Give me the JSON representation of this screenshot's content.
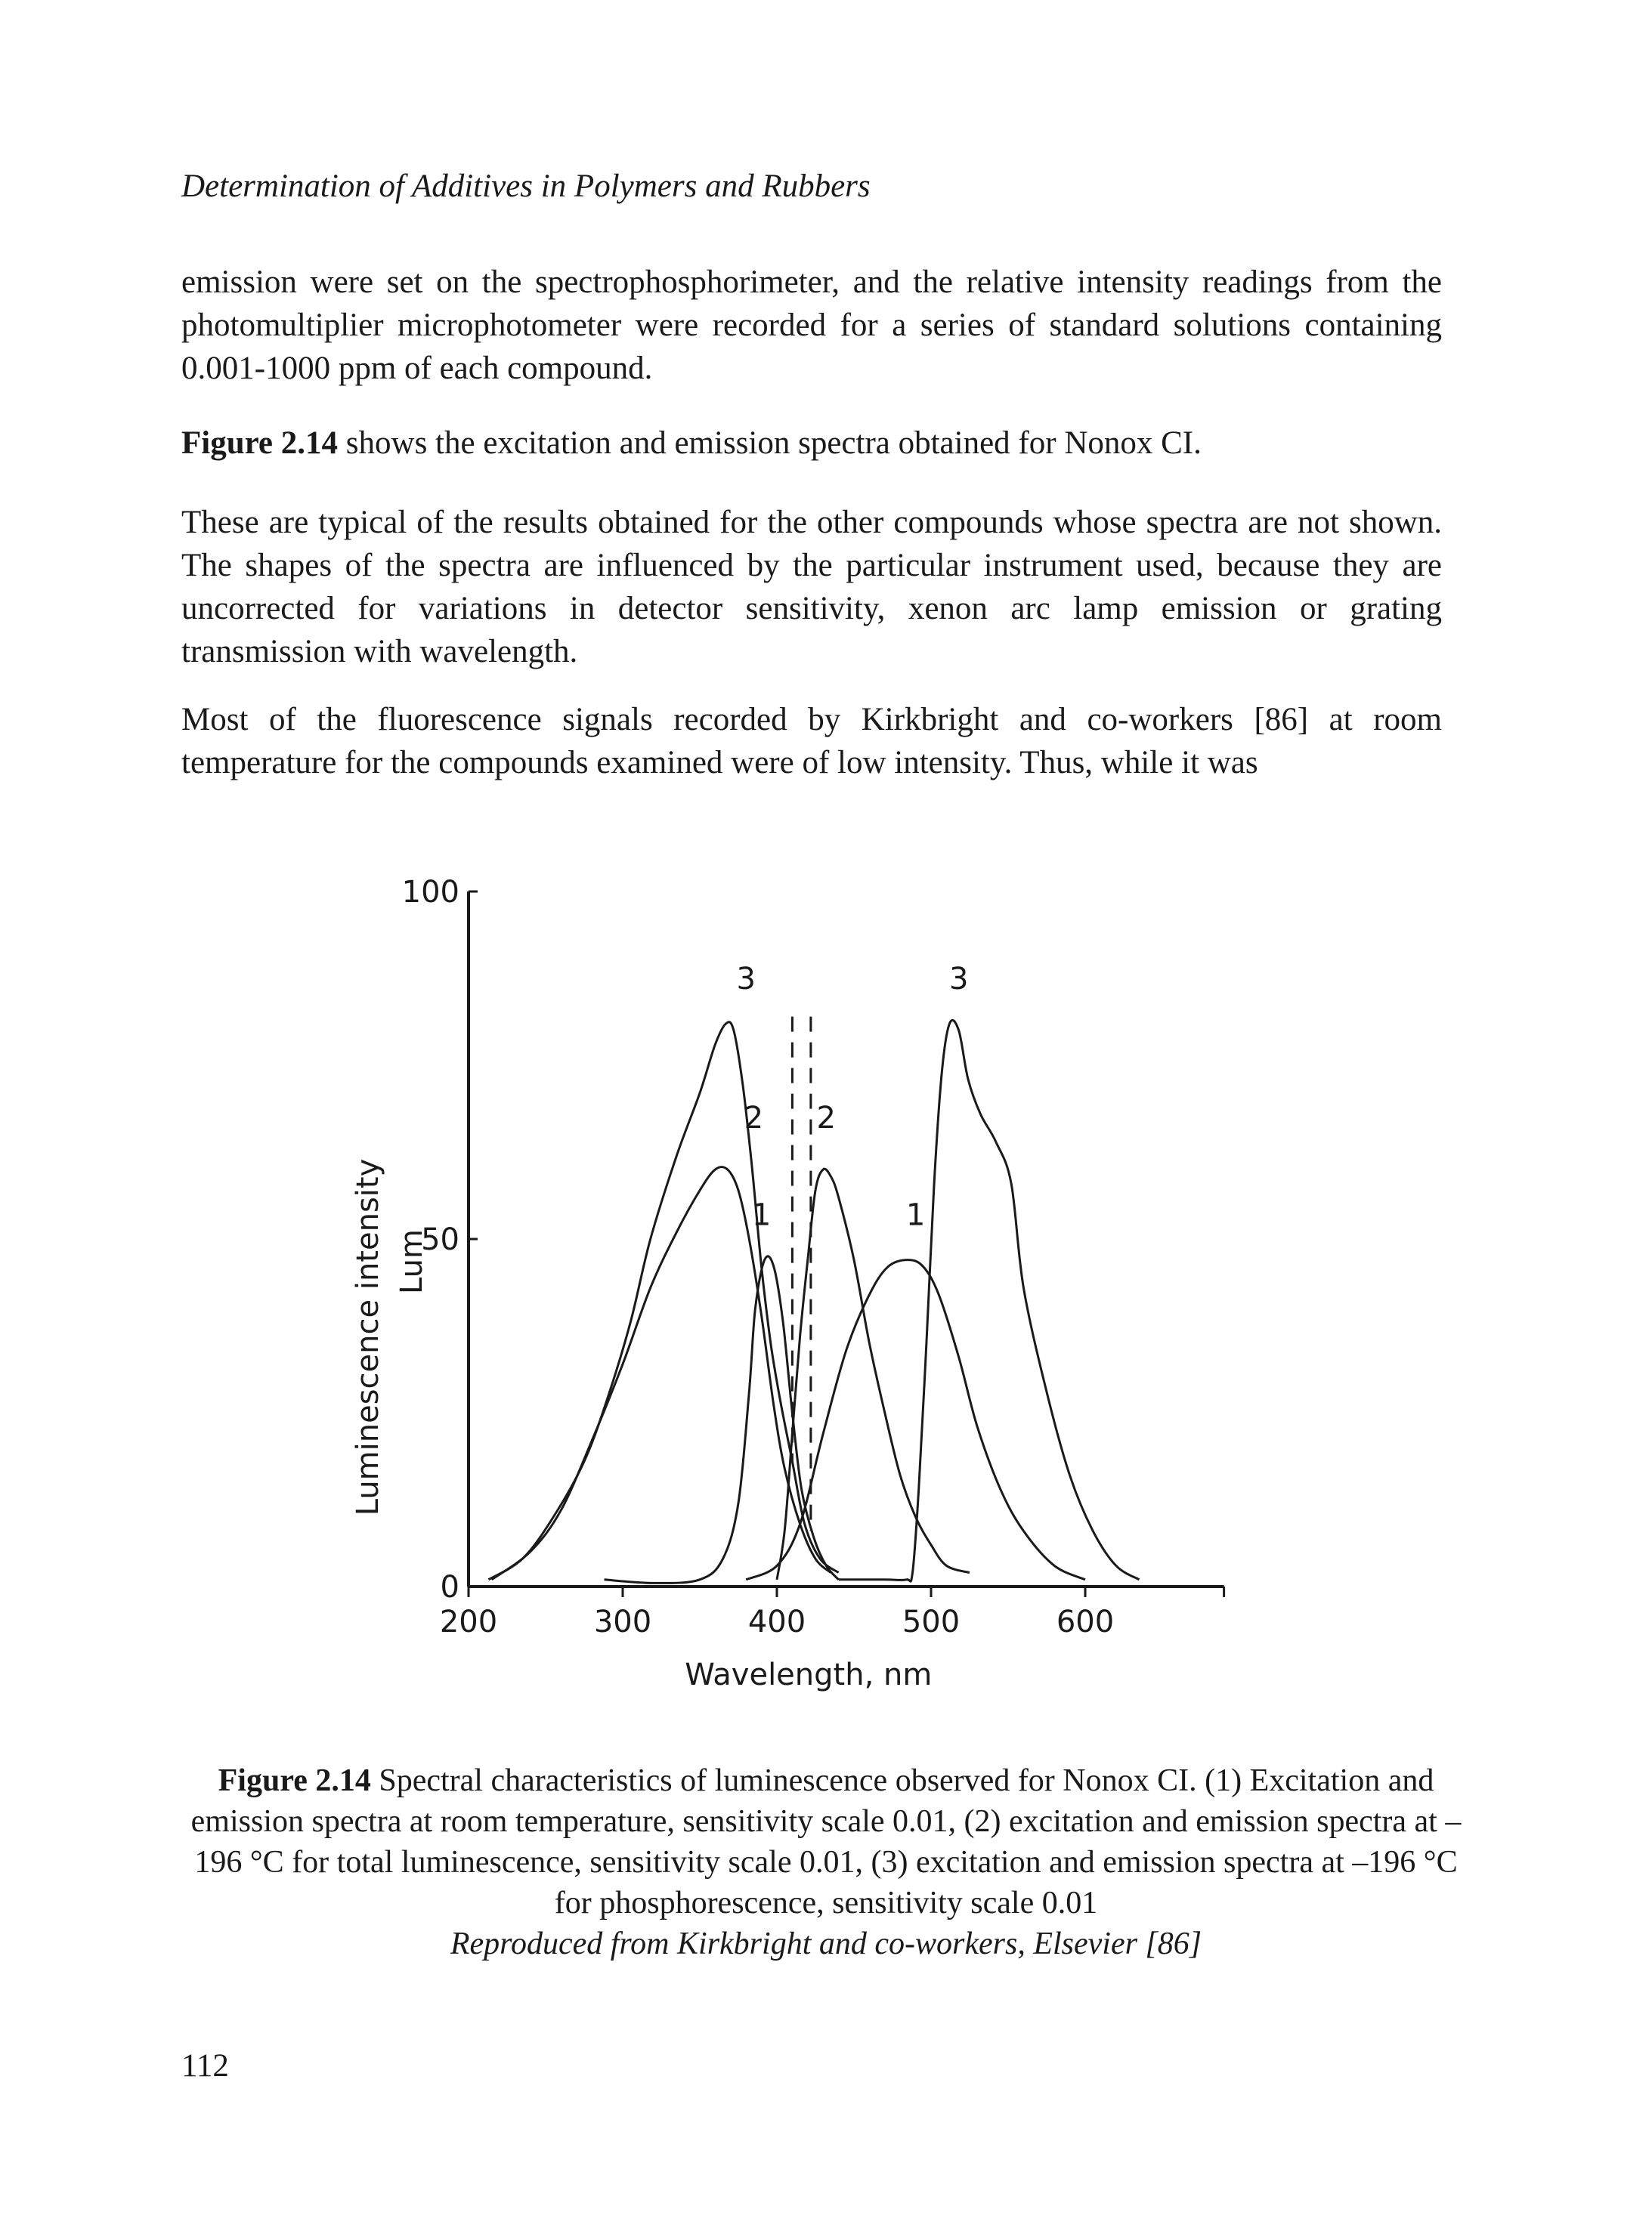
{
  "header": {
    "running_title": "Determination of Additives in Polymers and Rubbers"
  },
  "body": {
    "para1": "emission were set on the spectrophosphorimeter, and the relative intensity readings from the photomultiplier microphotometer were recorded for a series of standard solutions containing 0.001-1000 ppm of each compound.",
    "para2_label": "Figure 2.14",
    "para2_rest": " shows the excitation and emission spectra obtained for Nonox CI.",
    "para3": "These are typical of the results obtained for the other compounds whose spectra are not shown. The shapes of the spectra are influenced by the particular instrument used, because they are uncorrected for variations in detector sensitivity, xenon arc lamp emission or grating transmission with wavelength.",
    "para4": "Most of the fluorescence signals recorded by Kirkbright and co-workers [86] at room temperature for the compounds examined were of low intensity. Thus, while it was"
  },
  "caption": {
    "label": "Figure 2.14",
    "text": " Spectral characteristics of luminescence observed for Nonox CI. (1) Excitation and emission spectra at room temperature, sensitivity scale 0.01, (2) excitation and emission spectra at –196 °C for total luminescence, sensitivity scale 0.01, (3) excitation and emission spectra at –196 °C for phosphorescence, sensitivity scale 0.01",
    "credit": "Reproduced from Kirkbright and co-workers, Elsevier [86]"
  },
  "page_number": "112",
  "chart_data": {
    "type": "line",
    "xlabel": "Wavelength, nm",
    "ylabel": "Luminescence intensity",
    "ylabel_sub": "Lum",
    "xlim": [
      200,
      690
    ],
    "ylim": [
      0,
      100
    ],
    "xticks": [
      200,
      300,
      400,
      500,
      600
    ],
    "yticks": [
      0,
      50,
      100
    ],
    "line_color": "#1a1a1a",
    "dashed_lines": [
      {
        "x": 410,
        "y_top": 82,
        "y_bottom": 18
      },
      {
        "x": 422,
        "y_top": 82,
        "y_bottom": 8
      }
    ],
    "series": [
      {
        "name": "1",
        "part": "excitation",
        "label_at": [
          390,
          52
        ],
        "points": [
          [
            288,
            1
          ],
          [
            320,
            0.5
          ],
          [
            350,
            1
          ],
          [
            365,
            4
          ],
          [
            375,
            12
          ],
          [
            382,
            28
          ],
          [
            386,
            40
          ],
          [
            392,
            47
          ],
          [
            398,
            46
          ],
          [
            404,
            38
          ],
          [
            410,
            25
          ],
          [
            416,
            14
          ],
          [
            424,
            7
          ],
          [
            432,
            3
          ],
          [
            440,
            1
          ]
        ]
      },
      {
        "name": "1",
        "part": "emission",
        "label_at": [
          490,
          52
        ],
        "points": [
          [
            380,
            1
          ],
          [
            400,
            3
          ],
          [
            415,
            9
          ],
          [
            430,
            22
          ],
          [
            445,
            34
          ],
          [
            460,
            42
          ],
          [
            472,
            46
          ],
          [
            485,
            47
          ],
          [
            495,
            46
          ],
          [
            505,
            42
          ],
          [
            518,
            33
          ],
          [
            530,
            23
          ],
          [
            545,
            14
          ],
          [
            560,
            8
          ],
          [
            580,
            3
          ],
          [
            600,
            1
          ]
        ]
      },
      {
        "name": "2",
        "part": "excitation",
        "label_at": [
          385,
          66
        ],
        "points": [
          [
            215,
            1
          ],
          [
            240,
            5
          ],
          [
            260,
            11
          ],
          [
            280,
            21
          ],
          [
            300,
            32
          ],
          [
            318,
            43
          ],
          [
            335,
            51
          ],
          [
            350,
            57
          ],
          [
            360,
            60
          ],
          [
            368,
            60
          ],
          [
            375,
            57
          ],
          [
            382,
            50
          ],
          [
            390,
            39
          ],
          [
            398,
            26
          ],
          [
            405,
            17
          ],
          [
            415,
            9
          ],
          [
            425,
            4
          ],
          [
            435,
            2
          ]
        ]
      },
      {
        "name": "2",
        "part": "emission",
        "label_at": [
          432,
          66
        ],
        "points": [
          [
            400,
            1
          ],
          [
            405,
            8
          ],
          [
            410,
            22
          ],
          [
            415,
            36
          ],
          [
            420,
            47
          ],
          [
            425,
            57
          ],
          [
            430,
            60
          ],
          [
            435,
            59
          ],
          [
            440,
            56
          ],
          [
            450,
            47
          ],
          [
            460,
            35
          ],
          [
            470,
            25
          ],
          [
            480,
            16
          ],
          [
            490,
            10
          ],
          [
            500,
            6
          ],
          [
            510,
            3
          ],
          [
            525,
            2
          ]
        ]
      },
      {
        "name": "3",
        "part": "excitation",
        "label_at": [
          380,
          86
        ],
        "points": [
          [
            213,
            1
          ],
          [
            235,
            4
          ],
          [
            255,
            10
          ],
          [
            275,
            18
          ],
          [
            290,
            27
          ],
          [
            305,
            38
          ],
          [
            318,
            50
          ],
          [
            335,
            62
          ],
          [
            350,
            71
          ],
          [
            360,
            78
          ],
          [
            367,
            81
          ],
          [
            372,
            80
          ],
          [
            378,
            72
          ],
          [
            384,
            60
          ],
          [
            390,
            46
          ],
          [
            396,
            35
          ],
          [
            402,
            27
          ],
          [
            410,
            18
          ],
          [
            418,
            9
          ],
          [
            428,
            4
          ],
          [
            440,
            2
          ]
        ]
      },
      {
        "name": "3",
        "part": "emission",
        "label_at": [
          518,
          86
        ],
        "points": [
          [
            440,
            1
          ],
          [
            470,
            1
          ],
          [
            484,
            1
          ],
          [
            488,
            2
          ],
          [
            492,
            14
          ],
          [
            497,
            35
          ],
          [
            502,
            58
          ],
          [
            507,
            74
          ],
          [
            512,
            81
          ],
          [
            518,
            80
          ],
          [
            524,
            73
          ],
          [
            532,
            68
          ],
          [
            542,
            64
          ],
          [
            552,
            58
          ],
          [
            560,
            43
          ],
          [
            575,
            28
          ],
          [
            590,
            16
          ],
          [
            605,
            8
          ],
          [
            620,
            3
          ],
          [
            635,
            1
          ]
        ]
      }
    ]
  }
}
